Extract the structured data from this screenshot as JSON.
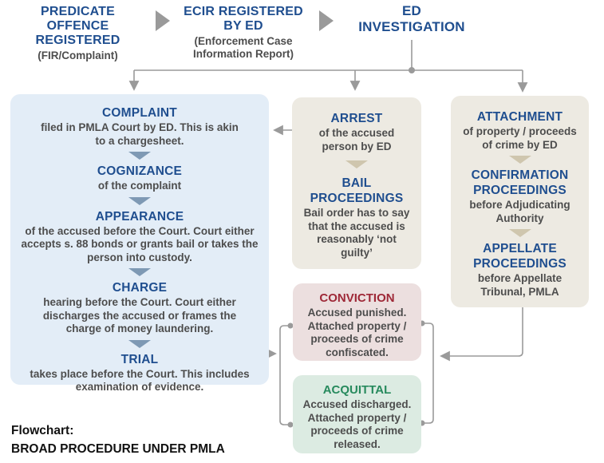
{
  "header": {
    "steps": [
      {
        "title": "PREDICATE OFFENCE REGISTERED",
        "subtitle": "(FIR/Complaint)"
      },
      {
        "title": "ECIR REGISTERED BY ED",
        "subtitle": "(Enforcement Case Information Report)"
      },
      {
        "title": "ED INVESTIGATION",
        "subtitle": ""
      }
    ]
  },
  "columns": {
    "court": {
      "steps": [
        {
          "title": "COMPLAINT",
          "body": "filed in PMLA Court by ED. This is akin to a chargesheet."
        },
        {
          "title": "COGNIZANCE",
          "body": "of the complaint"
        },
        {
          "title": "APPEARANCE",
          "body": "of the accused before the Court. Court either accepts s. 88 bonds or grants bail or takes the person into custody."
        },
        {
          "title": "CHARGE",
          "body": "hearing before the Court. Court either discharges the accused or frames the charge of money laundering."
        },
        {
          "title": "TRIAL",
          "body": "takes place before the Court. This includes examination of evidence."
        }
      ]
    },
    "arrest": {
      "steps": [
        {
          "title": "ARREST",
          "body": "of the accused person by ED"
        },
        {
          "title": "BAIL PROCEEDINGS",
          "body": "Bail order has to say that the accused is reasonably ‘not guilty’"
        }
      ]
    },
    "attachment": {
      "steps": [
        {
          "title": "ATTACHMENT",
          "body": "of property / proceeds of crime by ED"
        },
        {
          "title": "CONFIRMATION PROCEEDINGS",
          "body": "before Adjudicating Authority"
        },
        {
          "title": "APPELLATE PROCEEDINGS",
          "body": "before Appellate Tribunal, PMLA"
        }
      ]
    }
  },
  "outcomes": {
    "conviction": {
      "title": "CONVICTION",
      "body": "Accused punished. Attached property / proceeds of crime confiscated."
    },
    "acquittal": {
      "title": "ACQUITTAL",
      "body": "Accused discharged. Attached property / proceeds of crime released."
    }
  },
  "caption": {
    "label": "Flowchart:",
    "title": "BROAD PROCEDURE UNDER PMLA"
  },
  "colors": {
    "title_blue": "#1f4e8f",
    "body_gray": "#4d4d4d",
    "line_gray": "#9a9a9a",
    "court_box_bg": "#e3edf7",
    "beige_box_bg": "#edeae2",
    "conviction_bg": "#ecdfdf",
    "conviction_title": "#9e2837",
    "acquittal_bg": "#dcebe2",
    "acquittal_title": "#278a5d",
    "triangle_blue": "#7e99b4",
    "triangle_beige": "#cfc6ae"
  }
}
